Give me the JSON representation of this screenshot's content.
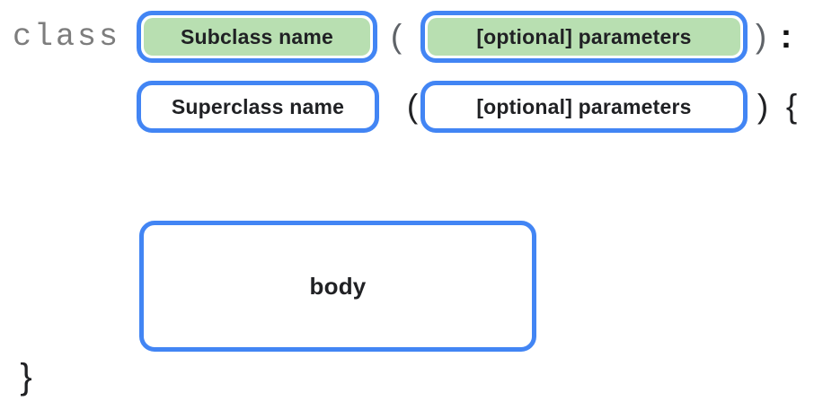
{
  "diagram": {
    "line1": {
      "keyword": "class",
      "subclass_label": "Subclass name",
      "open_paren": "(",
      "params_label": "[optional] parameters",
      "close_paren": ")",
      "colon": ":"
    },
    "line2": {
      "superclass_label": "Superclass name",
      "open_paren": "(",
      "params_label": "[optional] parameters",
      "close_paren": ")",
      "open_brace": "{"
    },
    "body": {
      "label": "body"
    },
    "footer": {
      "close_brace": "}"
    },
    "colors": {
      "border_blue": "#4285F4",
      "fill_green": "#B8DFB1",
      "fill_white": "#FFFFFF",
      "keyword_gray": "#7D7D7D",
      "paren_gray": "#5F6368",
      "text_black": "#202124"
    }
  }
}
